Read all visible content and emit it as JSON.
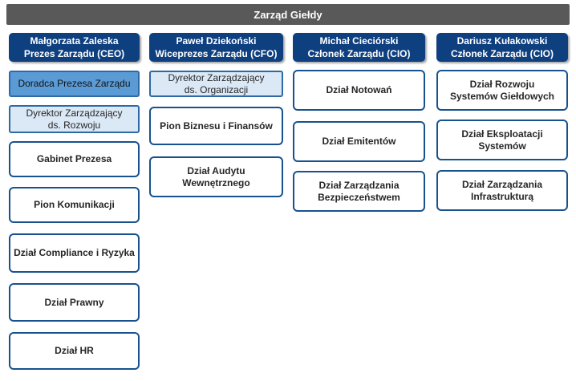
{
  "board": {
    "title": "Zarząd Giełdy"
  },
  "columns": [
    {
      "head_name": "Małgorzata Zaleska",
      "head_role": "Prezes Zarządu (CEO)",
      "units": [
        "Doradca Prezesa Zarządu",
        "Dyrektor Zarządzający\nds. Rozwoju",
        "Gabinet Prezesa",
        "Pion Komunikacji",
        "Dział Compliance i Ryzyka",
        "Dział Prawny",
        "Dział HR"
      ]
    },
    {
      "head_name": "Paweł Dziekoński",
      "head_role": "Wiceprezes Zarządu (CFO)",
      "units": [
        "Dyrektor Zarządzający\nds. Organizacji",
        "Pion Biznesu i Finansów",
        "Dział Audytu\nWewnętrznego"
      ]
    },
    {
      "head_name": "Michał Cieciórski",
      "head_role": "Członek Zarządu (CIO)",
      "units": [
        "Dział Notowań",
        "Dział Emitentów",
        "Dział Zarządzania\nBezpieczeństwem"
      ]
    },
    {
      "head_name": "Dariusz Kułakowski",
      "head_role": "Członek Zarządu (CIO)",
      "units": [
        "Dział Rozwoju\nSystemów Giełdowych",
        "Dział Eksploatacji\nSystemów",
        "Dział Zarządzania\nInfrastrukturą"
      ]
    }
  ],
  "colors": {
    "title_bar": "#595959",
    "head_fill": "#0e3f7f",
    "unit_border": "#17528e",
    "highlight_fill": "#5b9bd5",
    "light_fill": "#dbe8f6"
  }
}
